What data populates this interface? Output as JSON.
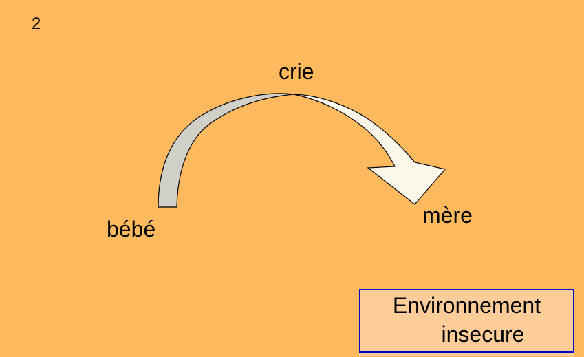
{
  "slide": {
    "number": "2",
    "background_color": "#FCB95D"
  },
  "labels": {
    "action": "crie",
    "source": "bébé",
    "target": "mère"
  },
  "arrow": {
    "meaning": "curved arrow from bébé to mère",
    "tail_fill": "#D0D0C8",
    "head_fill": "#FAF8EA",
    "outline_color": "#000000"
  },
  "env_box": {
    "line1": "Environnement",
    "line2": "insecure",
    "fill_color": "#FCCC99",
    "border_color": "#0000CC",
    "text_color": "#000000"
  }
}
